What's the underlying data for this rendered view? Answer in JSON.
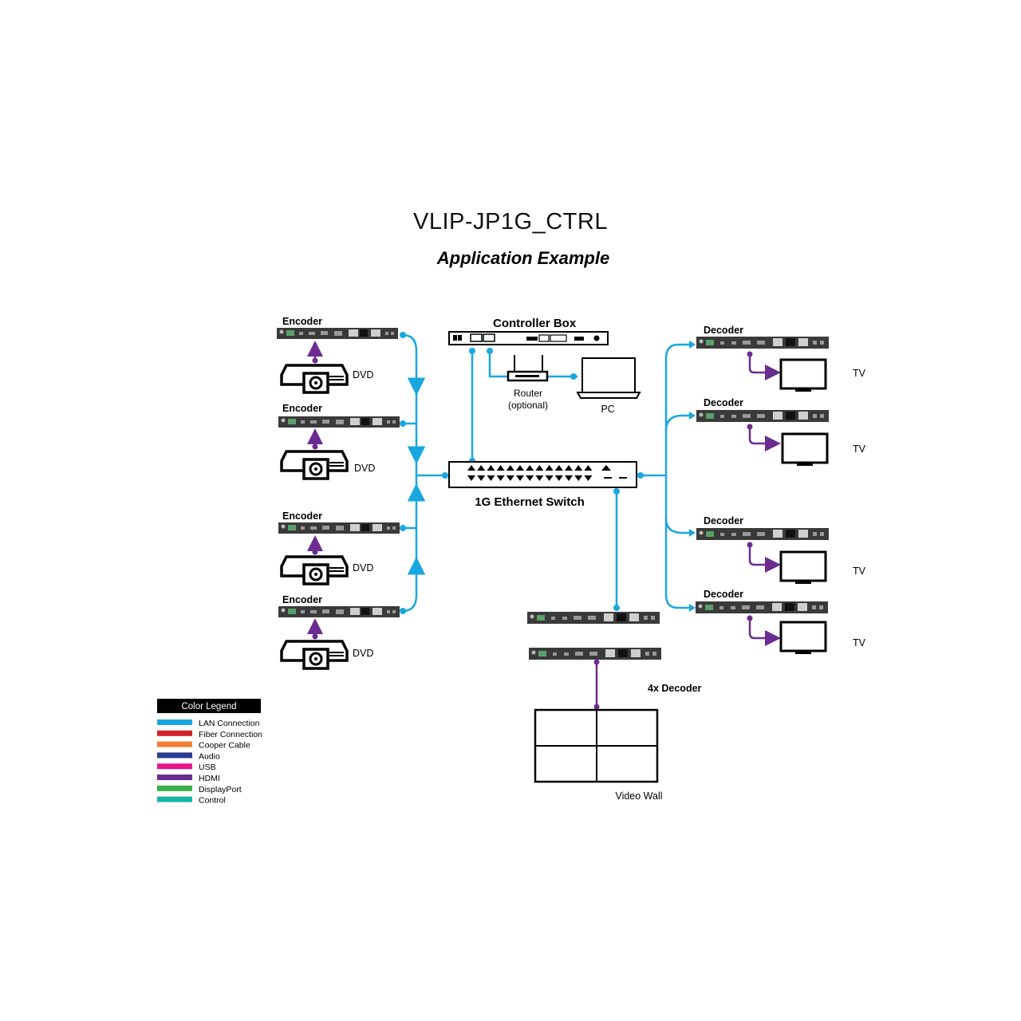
{
  "header": {
    "title": "VLIP-JP1G_CTRL",
    "subtitle": "Application Example"
  },
  "nodes": {
    "encoder_label": "Encoder",
    "decoder_label": "Decoder",
    "dvd_label": "DVD",
    "tv_label": "TV",
    "controller_box": "Controller Box",
    "router_line1": "Router",
    "router_line2": "(optional)",
    "pc": "PC",
    "switch": "1G Ethernet Switch",
    "four_decoder": "4x Decoder",
    "video_wall": "Video Wall"
  },
  "legend": {
    "title": "Color Legend",
    "items": [
      {
        "label": "LAN Connection",
        "color": "#1aa7e0"
      },
      {
        "label": "Fiber Connection",
        "color": "#d2232a"
      },
      {
        "label": "Cooper Cable",
        "color": "#f07d32"
      },
      {
        "label": "Audio",
        "color": "#2b3b8f"
      },
      {
        "label": "USB",
        "color": "#e8158c"
      },
      {
        "label": "HDMI",
        "color": "#6a2c91"
      },
      {
        "label": "DisplayPort",
        "color": "#3aae48"
      },
      {
        "label": "Control",
        "color": "#1bb3a8"
      }
    ]
  },
  "colors": {
    "lan": "#1aa7e0",
    "hdmi": "#6a2c91",
    "device": "#3a3a3a"
  }
}
